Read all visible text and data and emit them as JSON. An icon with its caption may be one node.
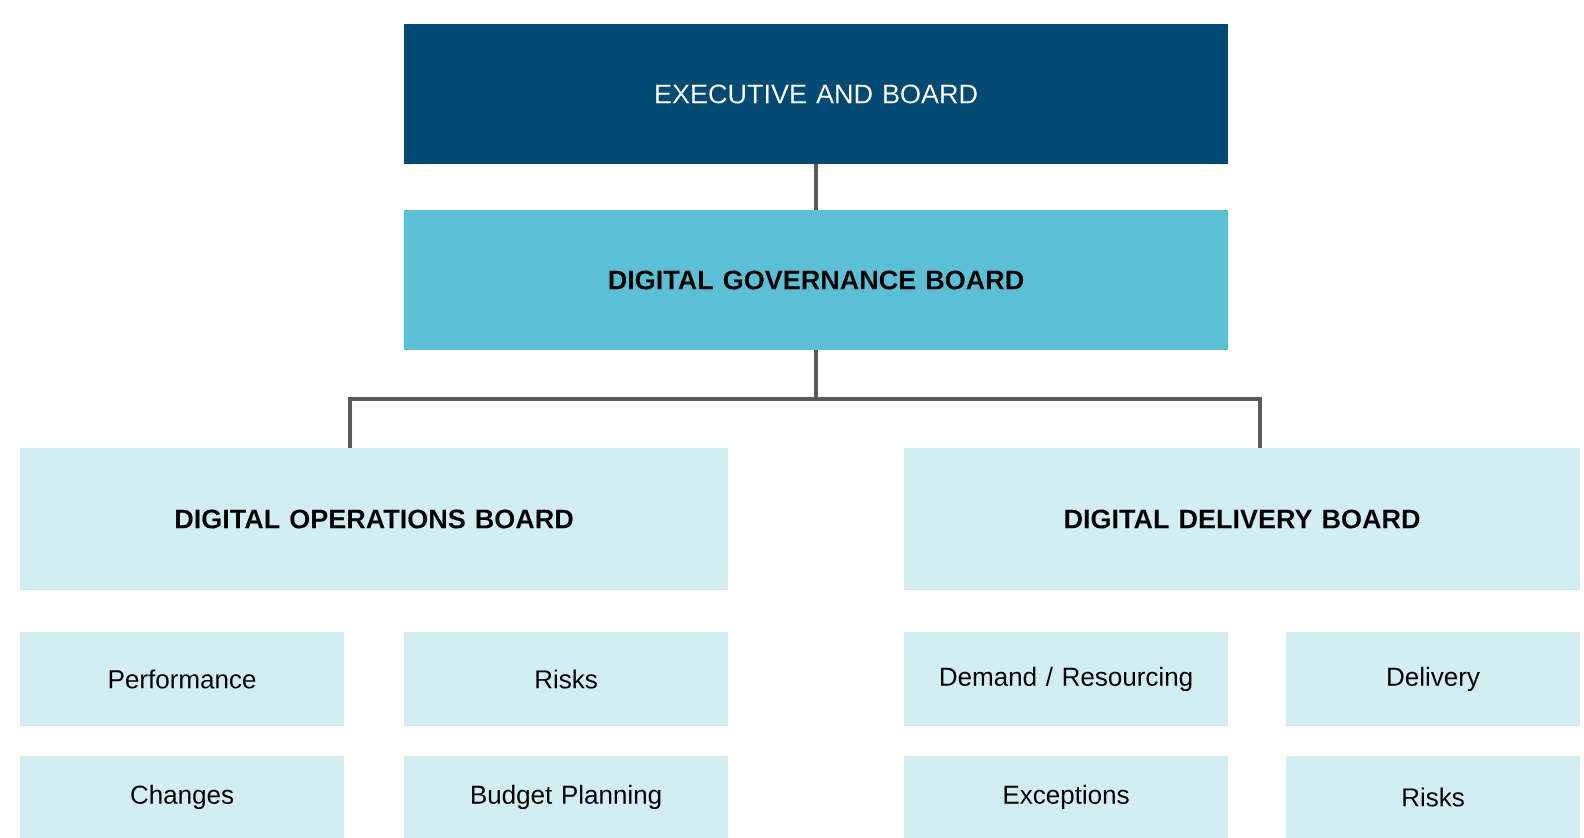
{
  "diagram": {
    "nodes": [
      {
        "text": [
          "EXECUTIVE AND BOARD"
        ]
      },
      {
        "text": [
          "DIGITAL GOVERNANCE BOARD"
        ]
      },
      {
        "text": [
          "DIGITAL OPERATIONS BOARD"
        ]
      },
      {
        "text": [
          "DIGITAL DELIVERY BOARD"
        ]
      },
      {
        "text": [
          "Performance"
        ]
      },
      {
        "text": [
          "Risks"
        ]
      },
      {
        "text": [
          "Changes"
        ]
      },
      {
        "text": [
          "Budget Planning"
        ]
      },
      {
        "text": [
          "Demand / Resourcing"
        ]
      },
      {
        "text": [
          "Delivery"
        ]
      },
      {
        "text": [
          "Exceptions"
        ]
      },
      {
        "text": [
          "Risks"
        ]
      }
    ],
    "edges": [
      {
        "from": 0,
        "to": 1,
        "arrow": "none"
      },
      {
        "from": 1,
        "to": 2,
        "arrow": "none"
      },
      {
        "from": 1,
        "to": 3,
        "arrow": "none"
      }
    ]
  }
}
